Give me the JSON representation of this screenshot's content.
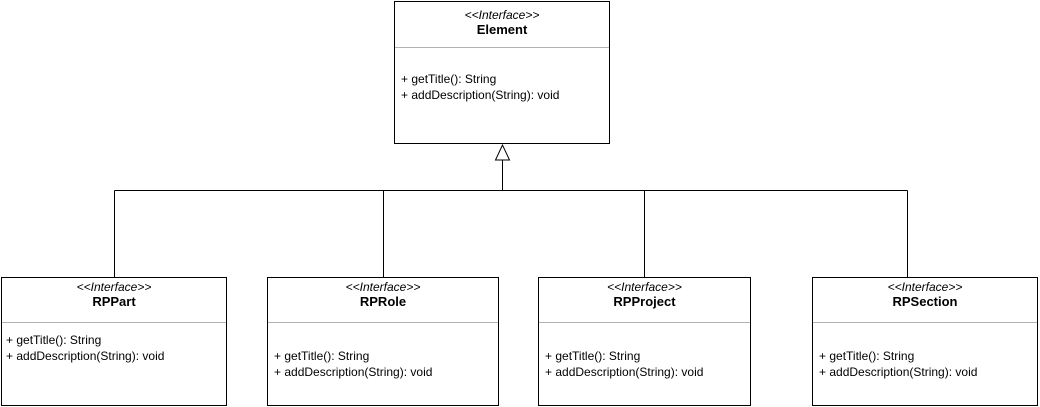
{
  "diagram": {
    "parent": {
      "stereotype": "<<Interface>>",
      "name": "Element",
      "methods": [
        "+ getTitle(): String",
        "+ addDescription(String): void"
      ]
    },
    "children": [
      {
        "stereotype": "<<Interface>>",
        "name": "RPPart",
        "methods": [
          "+ getTitle(): String",
          "+ addDescription(String): void"
        ]
      },
      {
        "stereotype": "<<Interface>>",
        "name": "RPRole",
        "methods": [
          "+ getTitle(): String",
          "+ addDescription(String): void"
        ]
      },
      {
        "stereotype": "<<Interface>>",
        "name": "RPProject",
        "methods": [
          "+ getTitle(): String",
          "+ addDescription(String): void"
        ]
      },
      {
        "stereotype": "<<Interface>>",
        "name": "RPSection",
        "methods": [
          "+ getTitle(): String",
          "+ addDescription(String): void"
        ]
      }
    ],
    "relation": "generalization",
    "colors": {
      "line": "#000000",
      "box_border": "#000000",
      "divider": "#b3b3b3",
      "background": "#ffffff"
    }
  }
}
